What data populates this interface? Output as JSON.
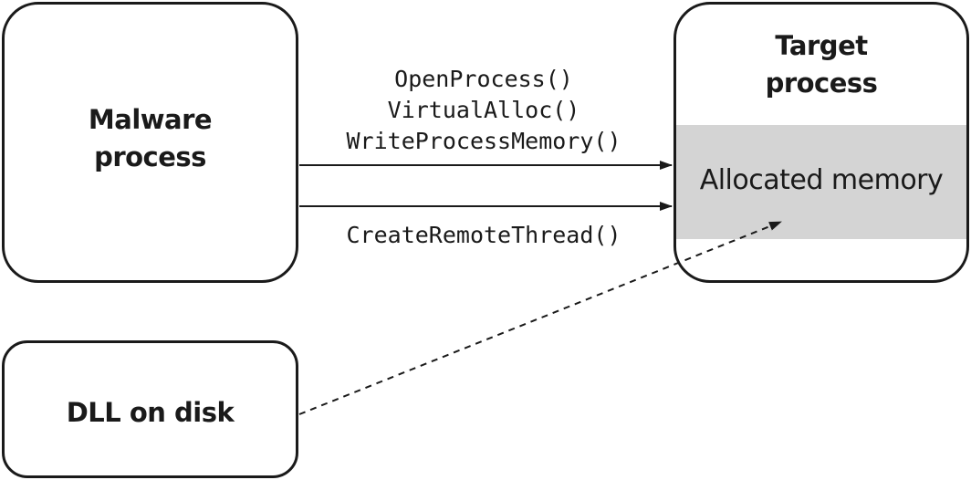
{
  "malware": {
    "label_line1": "Malware",
    "label_line2": "process"
  },
  "dll": {
    "label": "DLL on disk"
  },
  "target": {
    "label_line1": "Target",
    "label_line2": "process",
    "allocated_label": "Allocated memory",
    "allocated_fill": "#d4d4d4"
  },
  "calls": {
    "first_arrow": [
      "OpenProcess()",
      "VirtualAlloc()",
      "WriteProcessMemory()"
    ],
    "second_arrow": "CreateRemoteThread()"
  },
  "colors": {
    "stroke": "#1a1a1a",
    "background": "#ffffff"
  }
}
